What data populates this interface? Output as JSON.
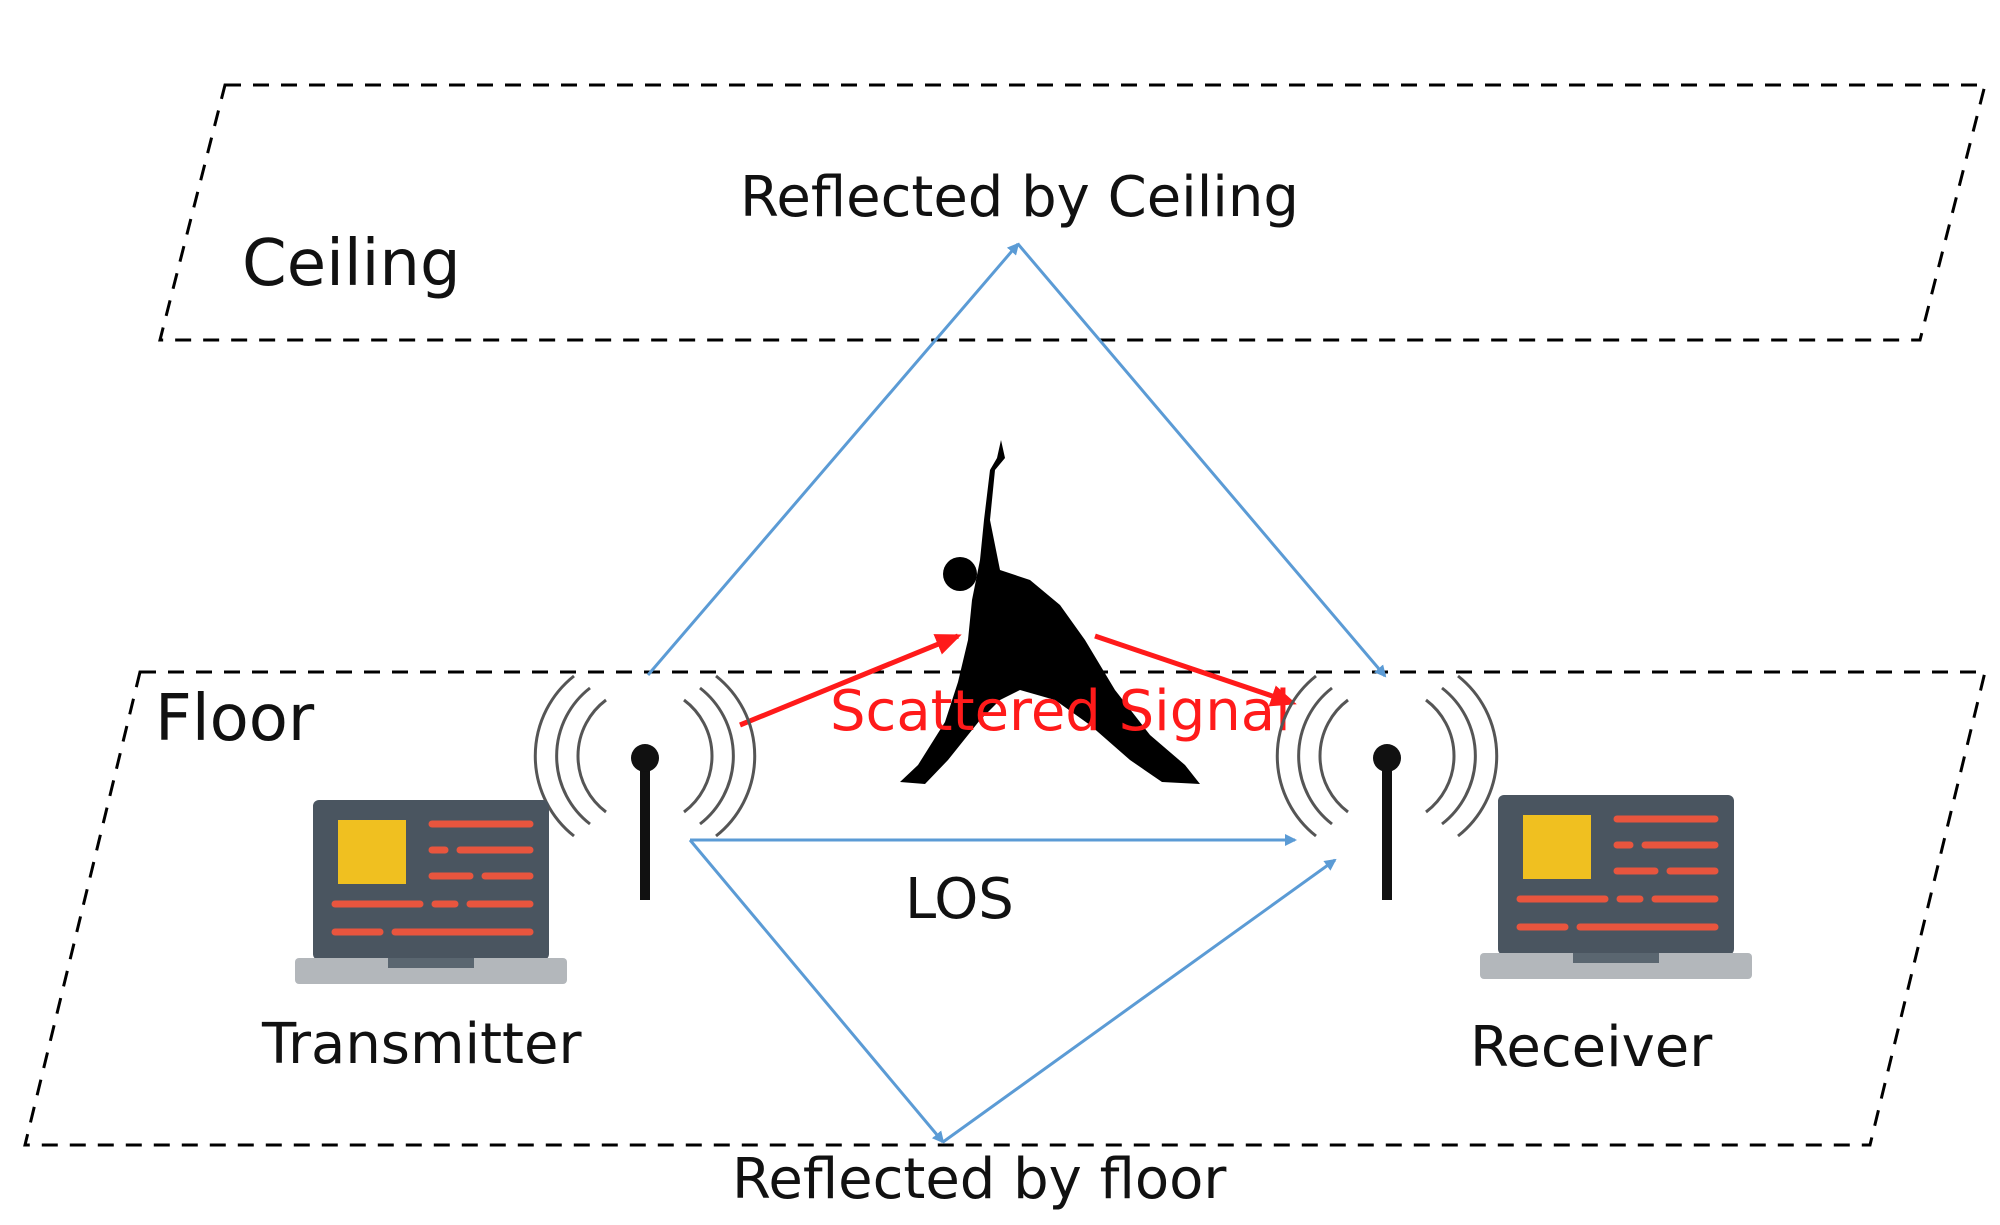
{
  "labels": {
    "ceiling": "Ceiling",
    "floor": "Floor",
    "reflected_ceiling": "Reflected by Ceiling",
    "reflected_floor": "Reflected by floor",
    "scattered": "Scattered Signal",
    "los": "LOS",
    "transmitter": "Transmitter",
    "receiver": "Receiver"
  },
  "colors": {
    "ray": "#5b9bd5",
    "scatter": "#ff1a1a",
    "plane_border": "#000000",
    "laptop_body": "#4a5560",
    "laptop_base": "#b3b7bb",
    "laptop_stand": "#5a6670",
    "screen_block": "#f0c020",
    "screen_lines": "#e8553e",
    "antenna": "#111111",
    "waves": "#555555"
  },
  "icons": [
    "antenna-icon",
    "laptop-icon",
    "person-icon"
  ]
}
